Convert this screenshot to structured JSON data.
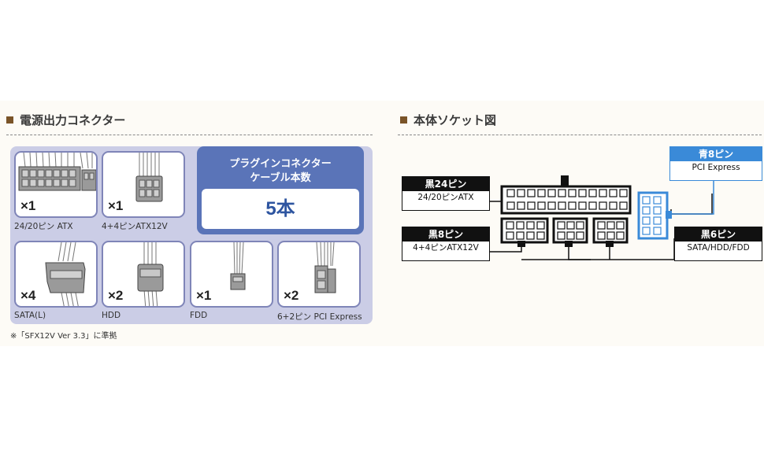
{
  "left": {
    "title": "電源出力コネクター",
    "plugin_box": {
      "title_line1": "プラグインコネクター",
      "title_line2": "ケーブル本数",
      "count": "5本"
    },
    "connectors": [
      {
        "qty": "×1",
        "label": "24/20ピン ATX"
      },
      {
        "qty": "×1",
        "label": "4+4ピンATX12V"
      },
      {
        "qty": "×4",
        "label": "SATA(L)"
      },
      {
        "qty": "×2",
        "label": "HDD"
      },
      {
        "qty": "×1",
        "label": "FDD"
      },
      {
        "qty": "×2",
        "label": "6+2ピン PCI Express"
      }
    ],
    "note": "※「SFX12V Ver 3.3」に準拠"
  },
  "right": {
    "title": "本体ソケット図",
    "labels": {
      "black24": {
        "head": "黒24ピン",
        "body": "24/20ピンATX"
      },
      "black8": {
        "head": "黒8ピン",
        "body": "4+4ピンATX12V"
      },
      "blue8": {
        "head": "青8ピン",
        "body": "PCI Express"
      },
      "black6": {
        "head": "黒6ピン",
        "body": "SATA/HDD/FDD"
      }
    }
  },
  "colors": {
    "accent_brown": "#7a5428",
    "panel_lavender": "#cbcde6",
    "plugin_blue": "#5a74b8",
    "pcie_blue": "#3a8ad8"
  }
}
